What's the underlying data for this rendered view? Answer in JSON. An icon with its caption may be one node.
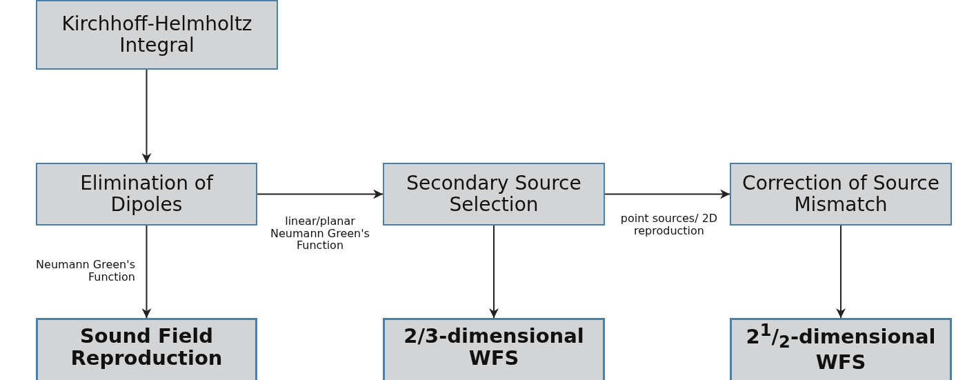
{
  "diagram": {
    "nodes": [
      {
        "text": [
          "Kirchhoff-Helmholtz Integral"
        ]
      },
      {
        "text": [
          "Elimination of Dipoles"
        ]
      },
      {
        "text": [
          "Secondary Source Selection"
        ]
      },
      {
        "text": [
          "Correction of Source Mismatch"
        ]
      },
      {
        "text": [
          "Sound Field Reproduction"
        ]
      },
      {
        "text": [
          "2/3-dimensional WFS"
        ]
      },
      {
        "text": [
          "2$^{1}$/$_{2}$-dimensional WFS"
        ]
      }
    ],
    "edges": [
      {
        "from": 0,
        "to": 1,
        "arrow": "to"
      },
      {
        "from": 1,
        "to": 2,
        "arrow": "to",
        "label": "linear/planar Neumann Green's Function"
      },
      {
        "from": 2,
        "to": 3,
        "arrow": "to",
        "label": "point sources/ 2D reproduction"
      },
      {
        "from": 1,
        "to": 4,
        "arrow": "to",
        "label": "Neumann Green's Function"
      },
      {
        "from": 2,
        "to": 5,
        "arrow": "to"
      },
      {
        "from": 3,
        "to": 6,
        "arrow": "to"
      }
    ]
  }
}
